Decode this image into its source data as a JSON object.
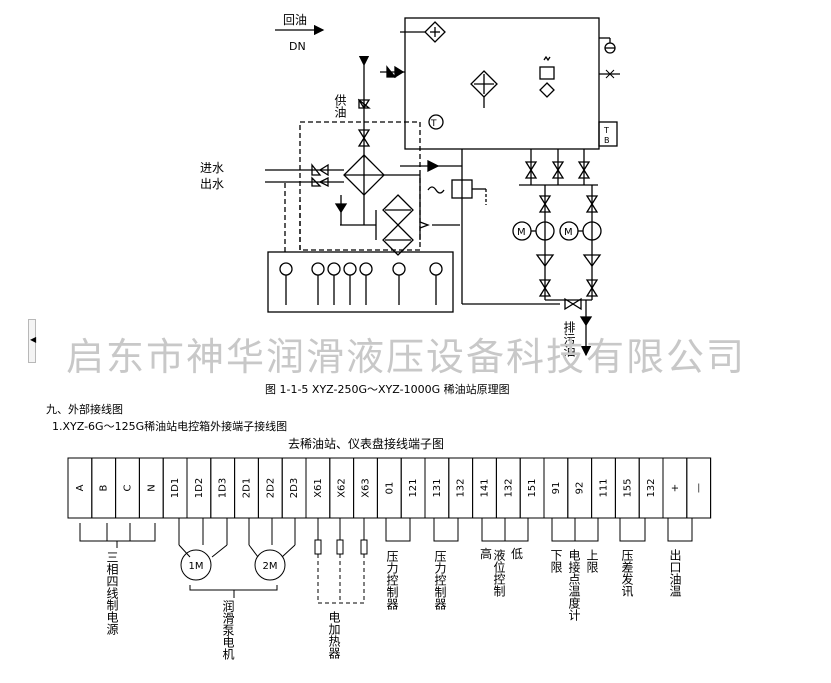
{
  "diagram": {
    "return_oil": "回油",
    "dn": "DN",
    "supply_oil": "供油",
    "water_in": "进水",
    "water_out": "出水",
    "drain_oil": "排污油",
    "gauge_t": "T",
    "tb_t": "T",
    "tb_b": "B",
    "motor_label": "M"
  },
  "watermark": "启东市神华润滑液压设备科技有限公司",
  "caption": "图 1-1-5   XYZ-250G～XYZ-1000G 稀油站原理图",
  "section_title": "九、外部接线图",
  "subsection_title": "1.XYZ-6G～125G稀油站电控箱外接端子接线图",
  "panel_title": "去稀油站、仪表盘接线端子图",
  "terminals": [
    "A",
    "B",
    "C",
    "N",
    "1D1",
    "1D2",
    "1D3",
    "2D1",
    "2D2",
    "2D3",
    "X61",
    "X62",
    "X63",
    "01",
    "121",
    "131",
    "132",
    "141",
    "132",
    "151",
    "91",
    "92",
    "111",
    "155",
    "132",
    "+",
    "—"
  ],
  "motors": [
    "1M",
    "2M"
  ],
  "groups": {
    "power": "三相四线制电源",
    "motor": "润滑泵电机",
    "heater": "电加热器",
    "pressure1": "压力控制器",
    "pressure2": "压力控制器",
    "level": "液位控制",
    "level_high": "高",
    "level_low": "低",
    "temp": "电接点温度计",
    "temp_lower": "下限",
    "temp_upper": "上限",
    "diff": "压差发讯",
    "outlet": "出口油温"
  }
}
